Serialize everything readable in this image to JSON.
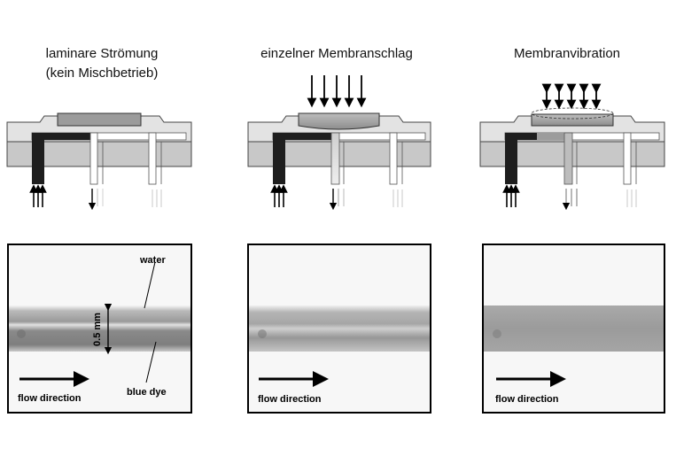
{
  "panels": [
    {
      "title_line1": "laminare Strömung",
      "title_line2": "(kein Mischbetrieb)",
      "photo_labels": {
        "water": "water",
        "dimension": "0.5 mm",
        "blue_dye": "blue dye",
        "flow": "flow direction"
      }
    },
    {
      "title_line1": "einzelner Membranschlag",
      "photo_labels": {
        "flow": "flow direction"
      }
    },
    {
      "title_line1": "Membranvibration",
      "photo_labels": {
        "flow": "flow direction"
      }
    }
  ]
}
